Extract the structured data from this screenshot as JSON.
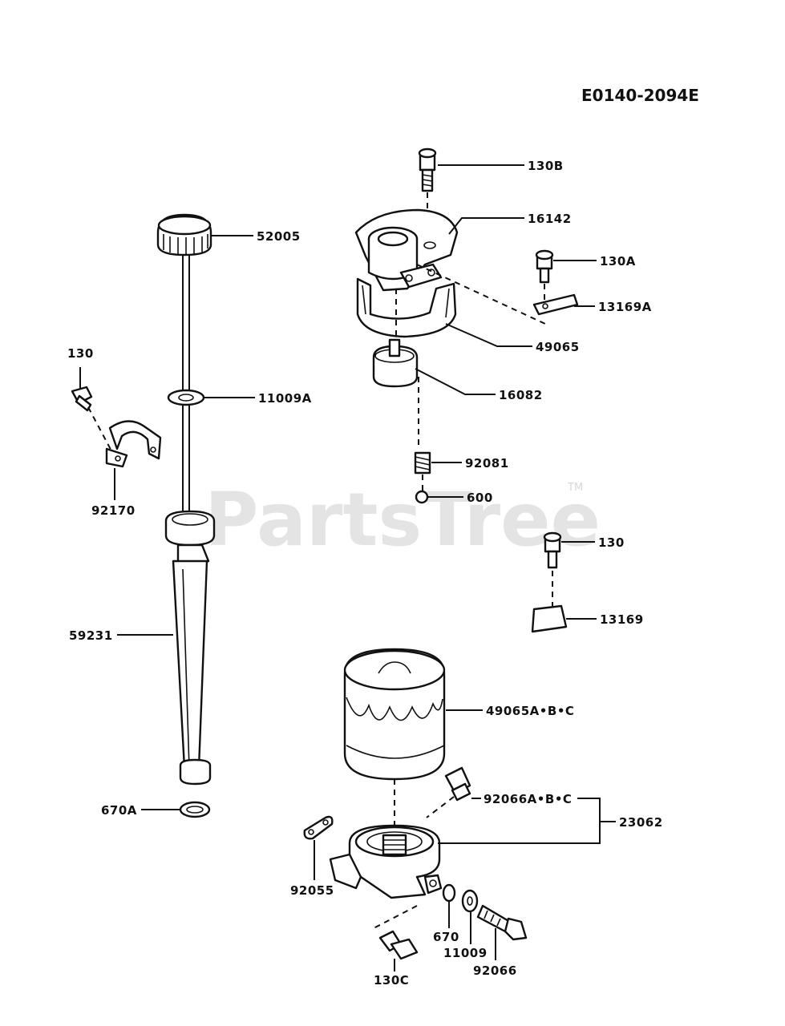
{
  "diagram_code": "E0140-2094E",
  "watermark": {
    "text": "PartsTree",
    "trademark": "TM"
  },
  "parts": [
    {
      "id": "p130B",
      "label": "130B"
    },
    {
      "id": "p16142",
      "label": "16142"
    },
    {
      "id": "p130A",
      "label": "130A"
    },
    {
      "id": "p13169A",
      "label": "13169A"
    },
    {
      "id": "p49065",
      "label": "49065"
    },
    {
      "id": "p16082",
      "label": "16082"
    },
    {
      "id": "p92081",
      "label": "92081"
    },
    {
      "id": "p600",
      "label": "600"
    },
    {
      "id": "p130b",
      "label": "130"
    },
    {
      "id": "p13169",
      "label": "13169"
    },
    {
      "id": "p52005",
      "label": "52005"
    },
    {
      "id": "p11009A",
      "label": "11009A"
    },
    {
      "id": "p130",
      "label": "130"
    },
    {
      "id": "p92170",
      "label": "92170"
    },
    {
      "id": "p59231",
      "label": "59231"
    },
    {
      "id": "p670A",
      "label": "670A"
    },
    {
      "id": "p49065ABC",
      "label": "49065A•B•C"
    },
    {
      "id": "p92066ABC",
      "label": "92066A•B•C"
    },
    {
      "id": "p23062",
      "label": "23062"
    },
    {
      "id": "p92055",
      "label": "92055"
    },
    {
      "id": "p670",
      "label": "670"
    },
    {
      "id": "p11009",
      "label": "11009"
    },
    {
      "id": "p92066",
      "label": "92066"
    },
    {
      "id": "p130C",
      "label": "130C"
    }
  ]
}
